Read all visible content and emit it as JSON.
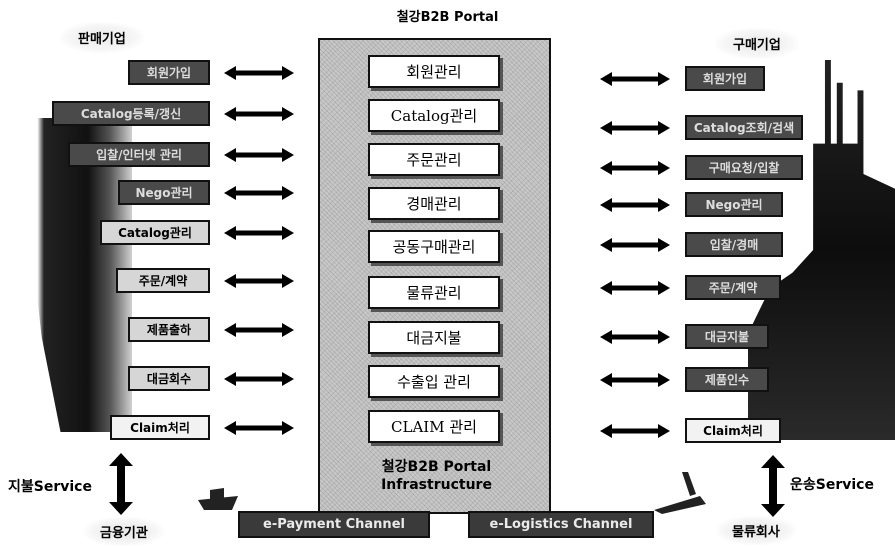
{
  "portal_title": "철강B2B Portal",
  "seller": {
    "title": "판매기업",
    "items": [
      "회원가입",
      "Catalog등록/갱신",
      "입찰/인터넷 관리",
      "Nego관리",
      "Catalog관리",
      "주문/계약",
      "제품출하",
      "대금회수",
      "Claim처리"
    ]
  },
  "buyer": {
    "title": "구매기업",
    "items": [
      "회원가입",
      "Catalog조회/검색",
      "구매요청/입찰",
      "Nego관리",
      "입찰/경매",
      "주문/계약",
      "대금지불",
      "제품인수",
      "Claim처리"
    ]
  },
  "portal_modules": [
    "회원관리",
    "Catalog관리",
    "주문관리",
    "경매관리",
    "공동구매관리",
    "물류관리",
    "대금지불",
    "수출입 관리",
    "CLAIM 관리"
  ],
  "infrastructure": {
    "line1": "철강B2B Portal",
    "line2": "Infrastructure"
  },
  "payment": {
    "service": "지불Service",
    "channel": "e-Payment Channel",
    "partner": "금융기관"
  },
  "logistics": {
    "service": "운송Service",
    "channel": "e-Logistics Channel",
    "partner": "물류회사"
  }
}
